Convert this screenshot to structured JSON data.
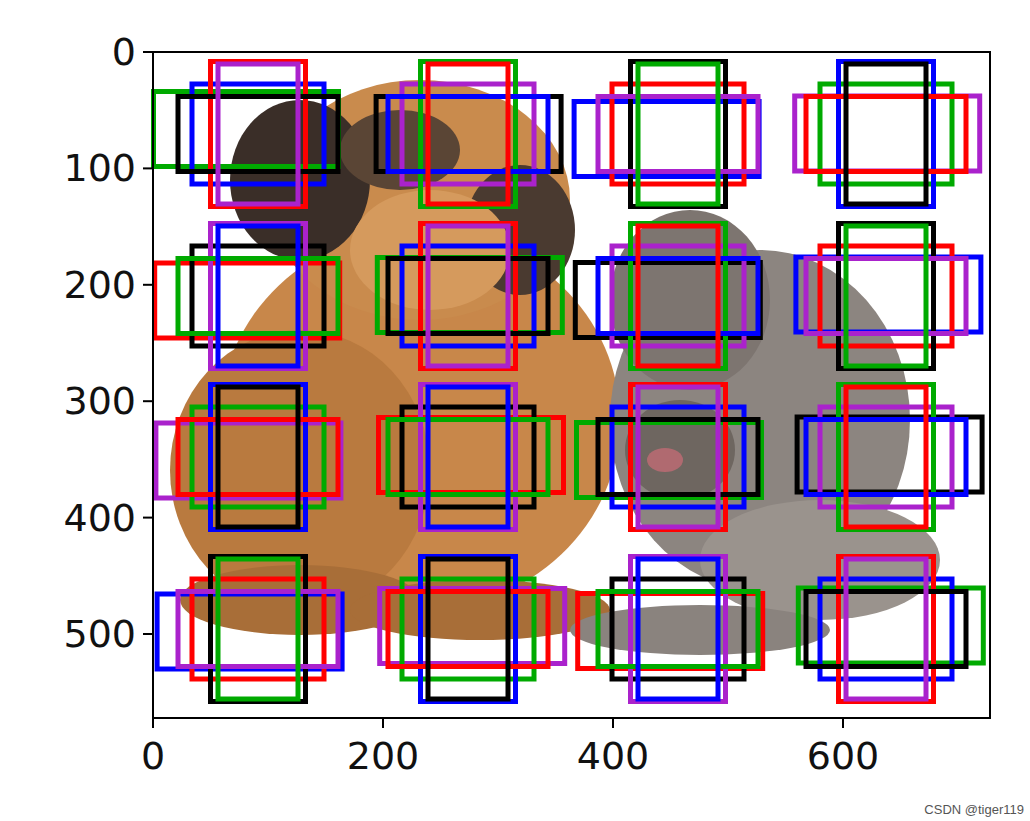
{
  "diagram": {
    "labels": [
      "0",
      "100",
      "200",
      "300",
      "400",
      "500",
      "0",
      "200",
      "400",
      "600",
      "CSDN @tiger119"
    ]
  }
}
